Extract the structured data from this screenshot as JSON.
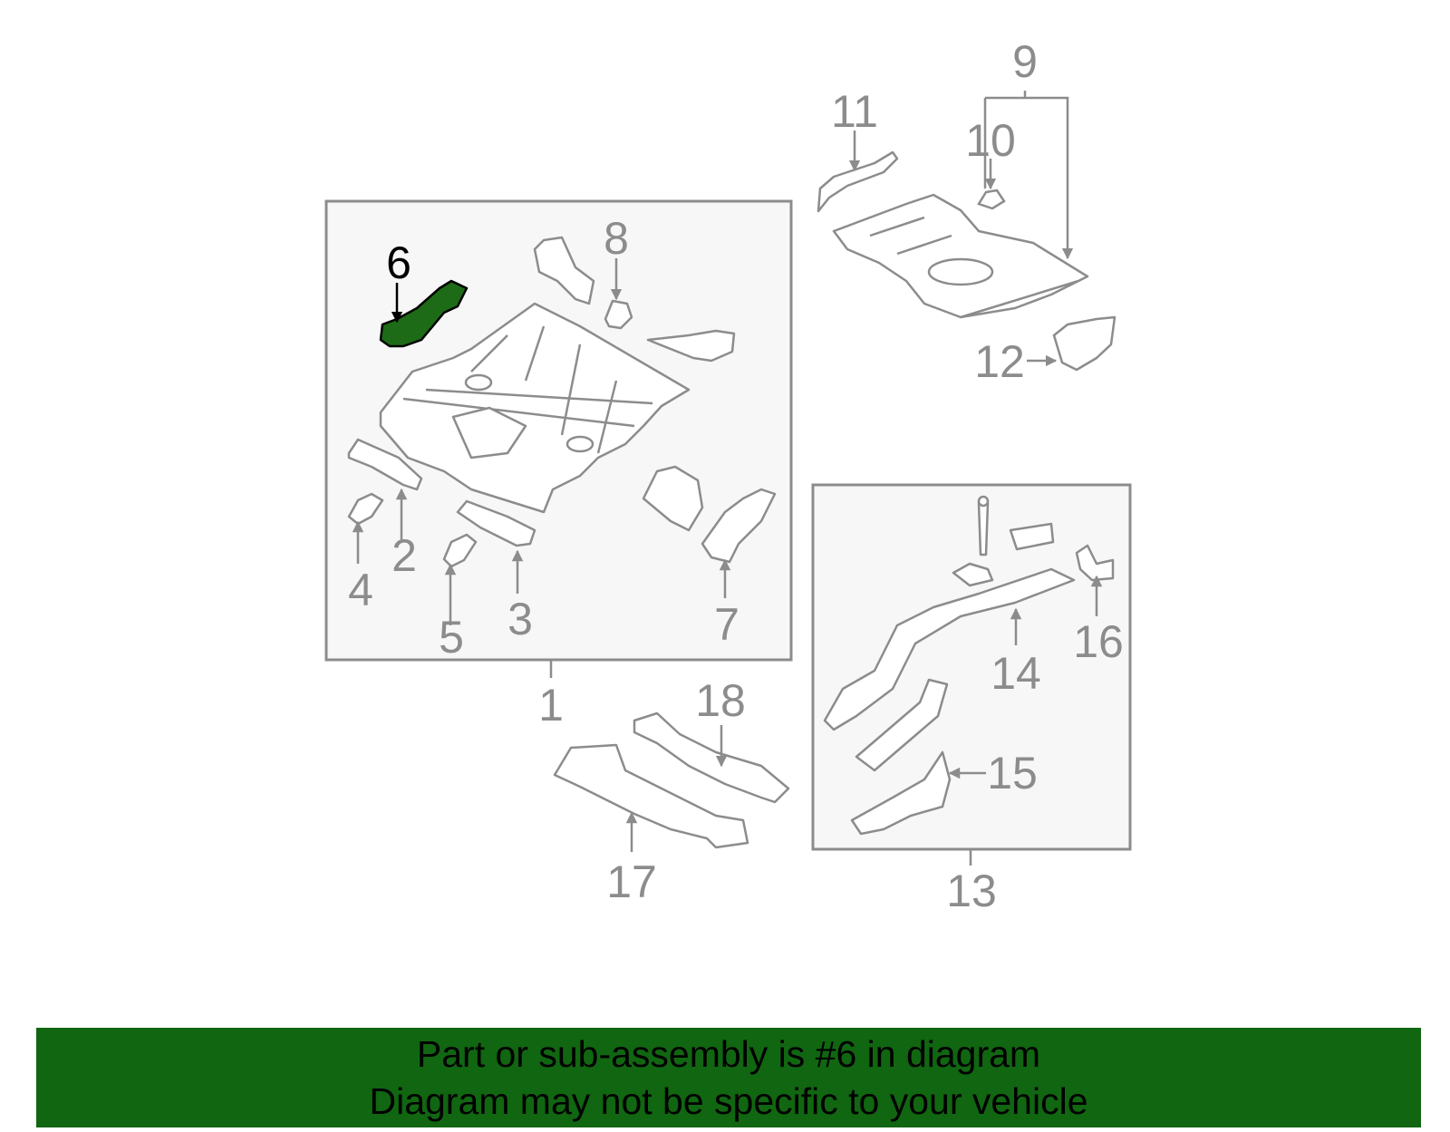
{
  "colors": {
    "line": "#8c8c8c",
    "box_fill": "#f7f7f7",
    "highlight": "#1e6b17",
    "banner": "#116611",
    "text": "#000000"
  },
  "callouts": [
    "1",
    "2",
    "3",
    "4",
    "5",
    "6",
    "7",
    "8",
    "9",
    "10",
    "11",
    "12",
    "13",
    "14",
    "15",
    "16",
    "17",
    "18"
  ],
  "highlighted_part": "6",
  "banner": {
    "line1": "Part or sub-assembly is #6 in diagram",
    "line2": "Diagram may not be specific to your vehicle"
  }
}
